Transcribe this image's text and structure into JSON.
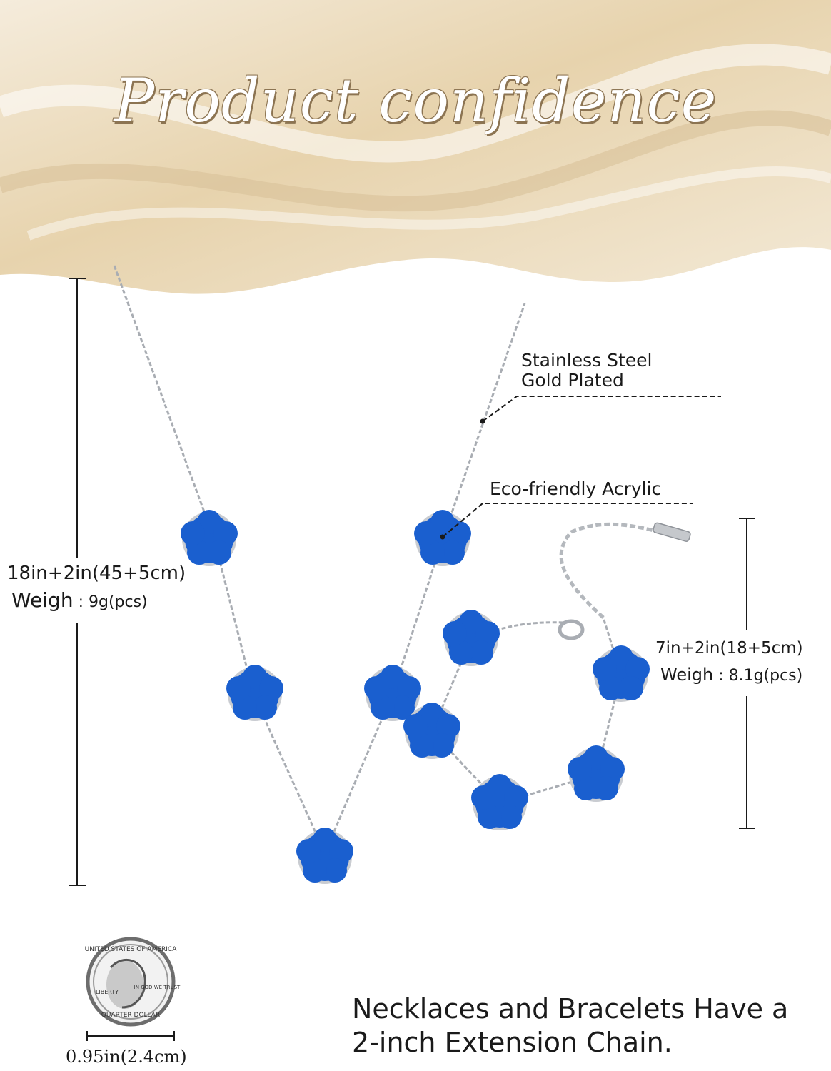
{
  "header": {
    "title": "Product confidence",
    "colors": {
      "cream": "#efe2c8",
      "gold": "#d7bf92",
      "shadow": "#8c7452"
    }
  },
  "necklace": {
    "length_label": "18in+2in(45+5cm)",
    "weight_label": "Weigh",
    "weight_value": "9g(pcs)"
  },
  "bracelet": {
    "length_label": "7in+2in(18+5cm)",
    "weight_label": "Weigh",
    "weight_value": "8.1g(pcs)"
  },
  "callouts": {
    "material_line1": "Stainless Steel",
    "material_line2": "Gold Plated",
    "charm": "Eco-friendly Acrylic"
  },
  "coin": {
    "top_text": "UNITED STATES OF AMERICA",
    "liberty": "LIBERTY",
    "motto": "IN GOD WE TRUST",
    "bottom_text": "QUARTER DOLLAR",
    "size_label": "0.95in(2.4cm)"
  },
  "footer": {
    "line1": "Necklaces and Bracelets Have a",
    "line2": "2-inch Extension Chain."
  },
  "colors": {
    "charm_blue": "#1a5fcf",
    "charm_edge": "#c9ccd1",
    "chain": "#a9adb3"
  }
}
